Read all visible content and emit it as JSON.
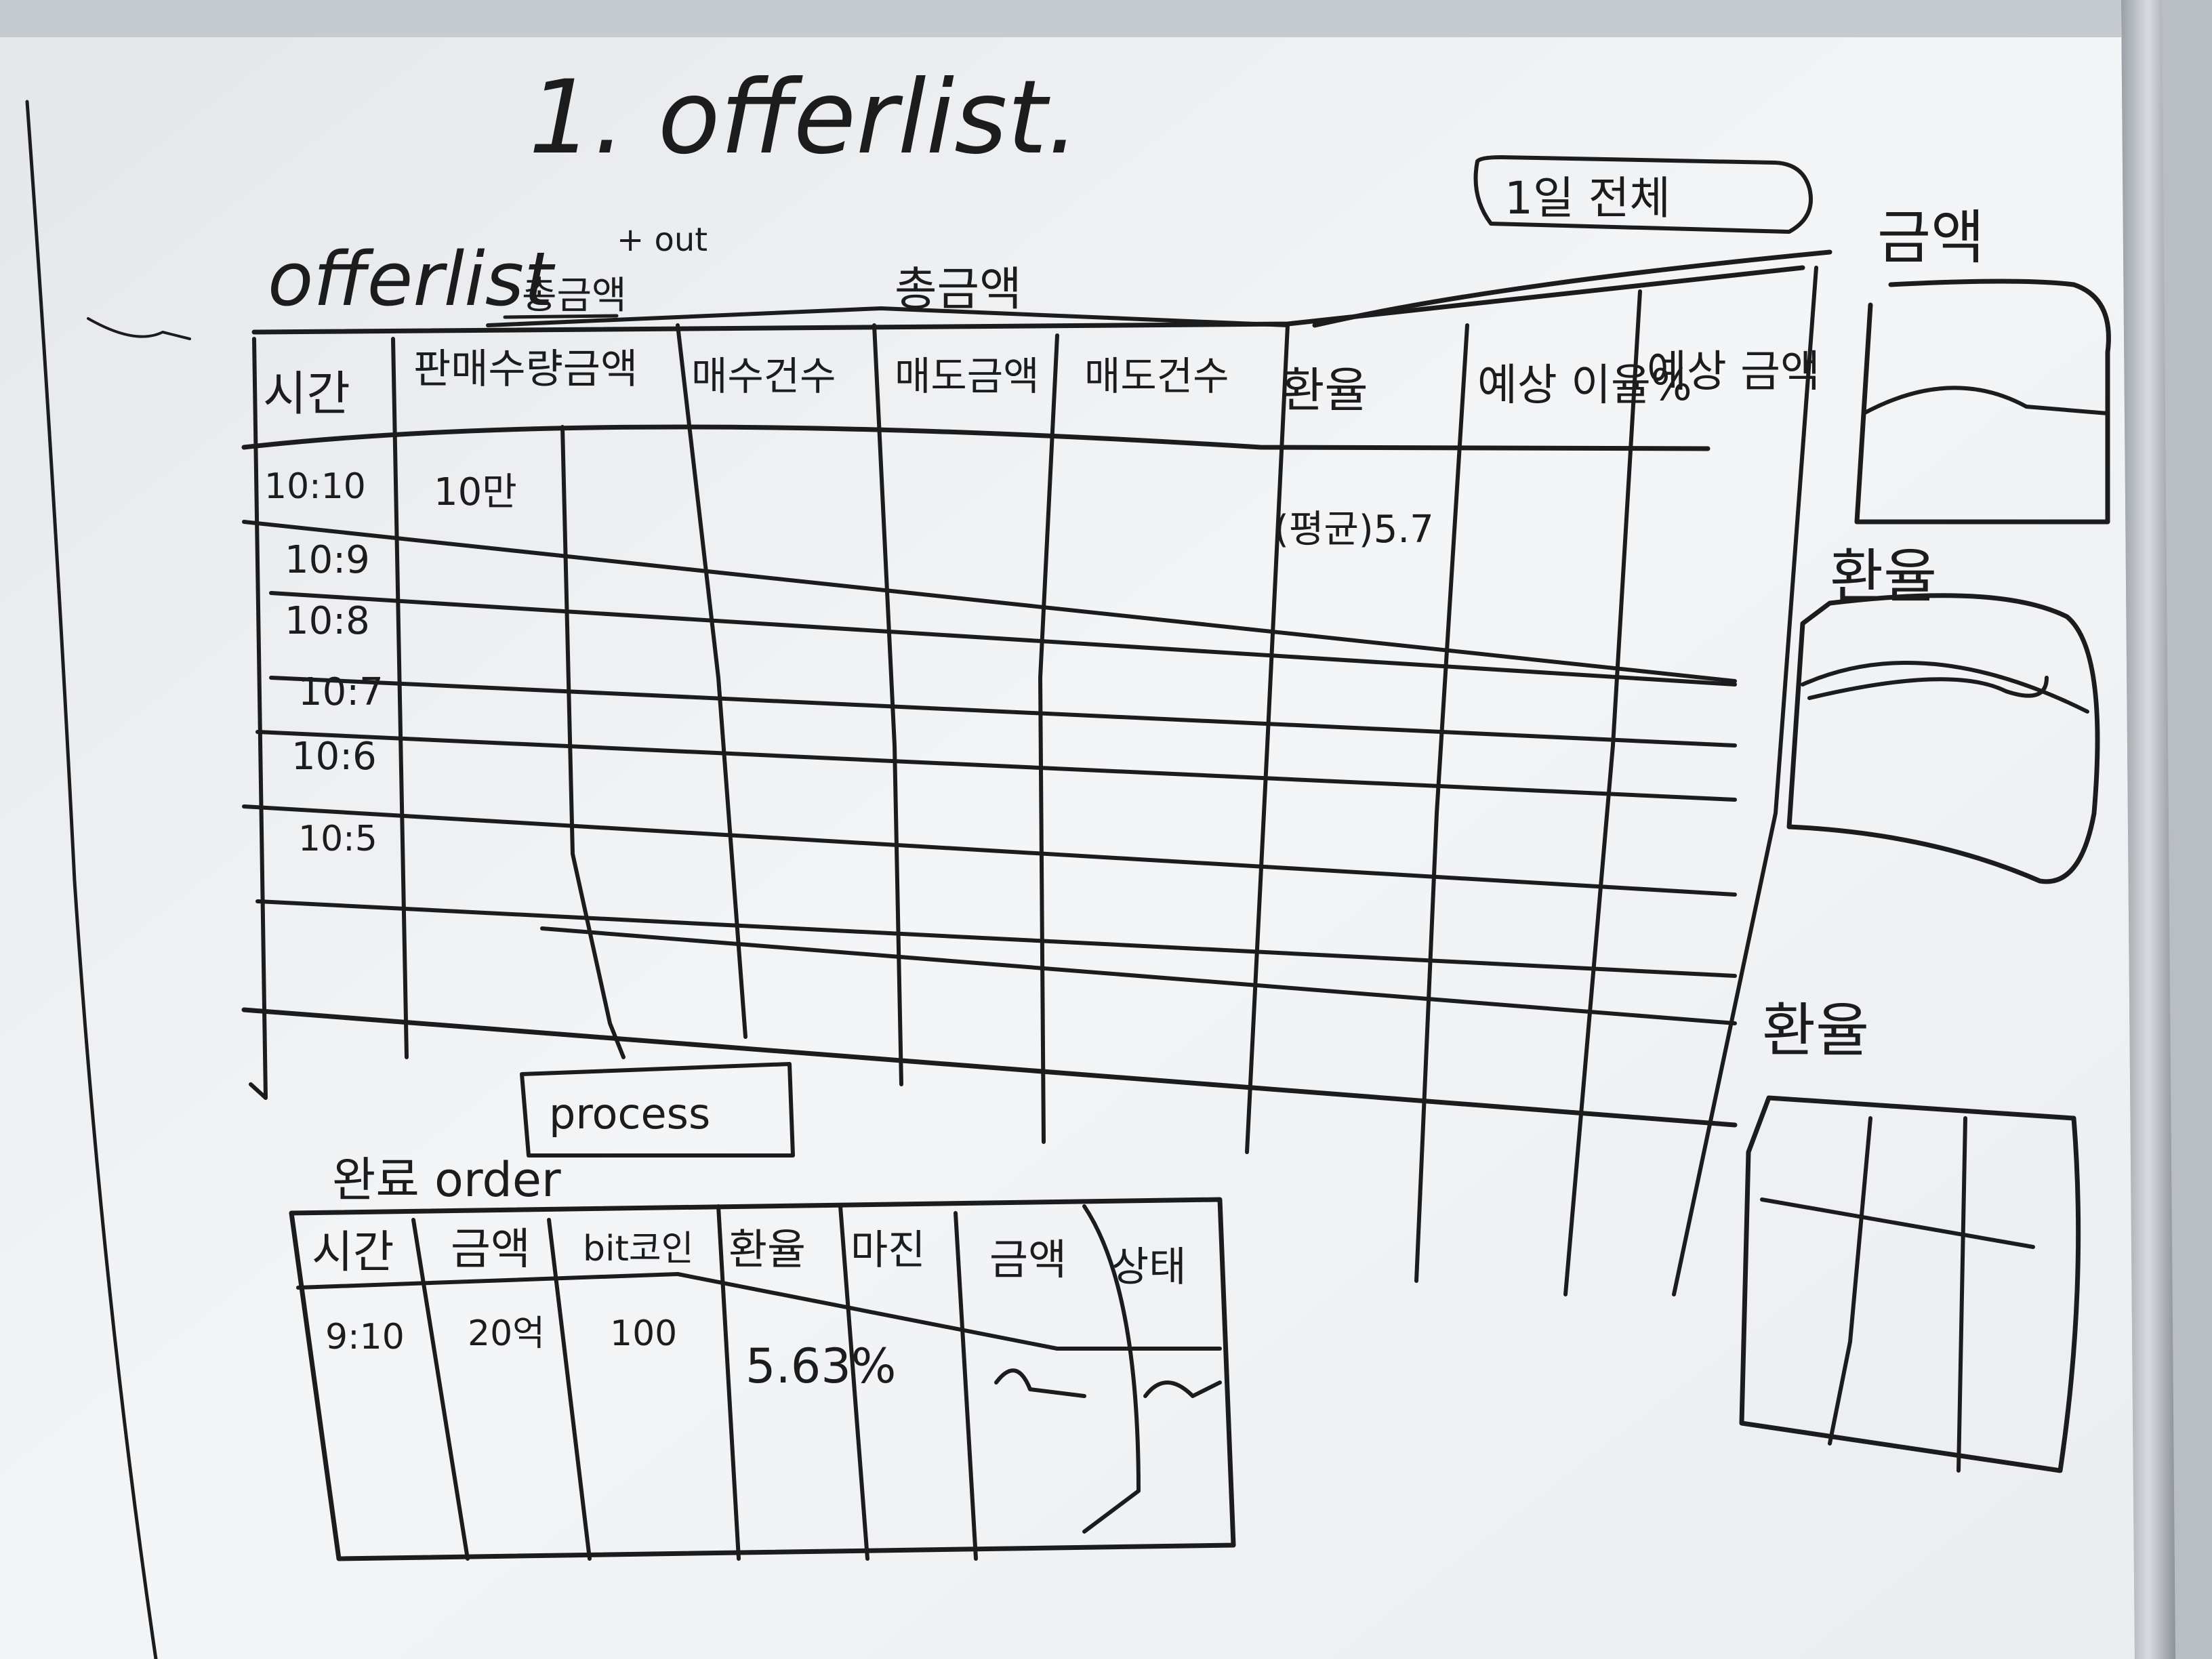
{
  "board": {
    "title": "1. offerlist.",
    "section_label": "offerlist",
    "section_note": "+ out",
    "toggle_label": "1일 전체",
    "group_headers": [
      "총금액",
      "총금액"
    ],
    "offer_table": {
      "headers": [
        "시간",
        "판매수량금액",
        "매수건수",
        "매도금액",
        "매도건수",
        "환율",
        "예상 이율%",
        "예상 금액"
      ],
      "rows": [
        [
          "10:10",
          "10만",
          "",
          "",
          "",
          "(평균)5.7",
          "",
          ""
        ],
        [
          "10:9",
          "",
          "",
          "",
          "",
          "",
          "",
          ""
        ],
        [
          "10:8",
          "",
          "",
          "",
          "",
          "",
          "",
          ""
        ],
        [
          "10:7",
          "",
          "",
          "",
          "",
          "",
          "",
          ""
        ],
        [
          "10:6",
          "",
          "",
          "",
          "",
          "",
          "",
          ""
        ],
        [
          "10:5",
          "",
          "",
          "",
          "",
          "",
          "",
          ""
        ]
      ]
    },
    "process_button": "process",
    "order_section_label": "완료 order",
    "order_table": {
      "headers": [
        "시간",
        "금액",
        "bit코인",
        "환율",
        "마진",
        "금액",
        "상태"
      ],
      "rows": [
        [
          "9:10",
          "20억",
          "100",
          "5.63%",
          "",
          "",
          ""
        ]
      ]
    },
    "side_panels": [
      {
        "label": "금액"
      },
      {
        "label": "환율"
      },
      {
        "label": "환율"
      }
    ]
  }
}
